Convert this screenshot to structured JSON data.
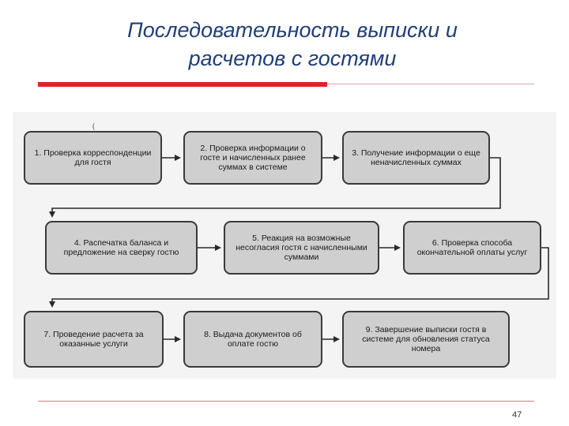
{
  "slide": {
    "title_line1": "Последовательность выписки и",
    "title_line2": "расчетов с гостями",
    "accent_color": "#e32027",
    "title_color": "#1f3f7a",
    "page_number": "47",
    "stray_mark": "("
  },
  "steps": [
    {
      "label": "1. Проверка корреспонденции для гостя"
    },
    {
      "label": "2. Проверка информации о госте и начисленных ранее суммах в системе"
    },
    {
      "label": "3. Получение информации о еще неначисленных суммах"
    },
    {
      "label": "4. Распечатка баланса и предложение на сверку гостю"
    },
    {
      "label": "5. Реакция на возможные несогласия гостя с начисленными суммами"
    },
    {
      "label": "6. Проверка способа окончательной оплаты услуг"
    },
    {
      "label": "7. Проведение расчета за оказанные услуги"
    },
    {
      "label": "8. Выдача документов об оплате гостю"
    },
    {
      "label": "9. Завершение выписки гостя в системе для обновления статуса номера"
    }
  ]
}
